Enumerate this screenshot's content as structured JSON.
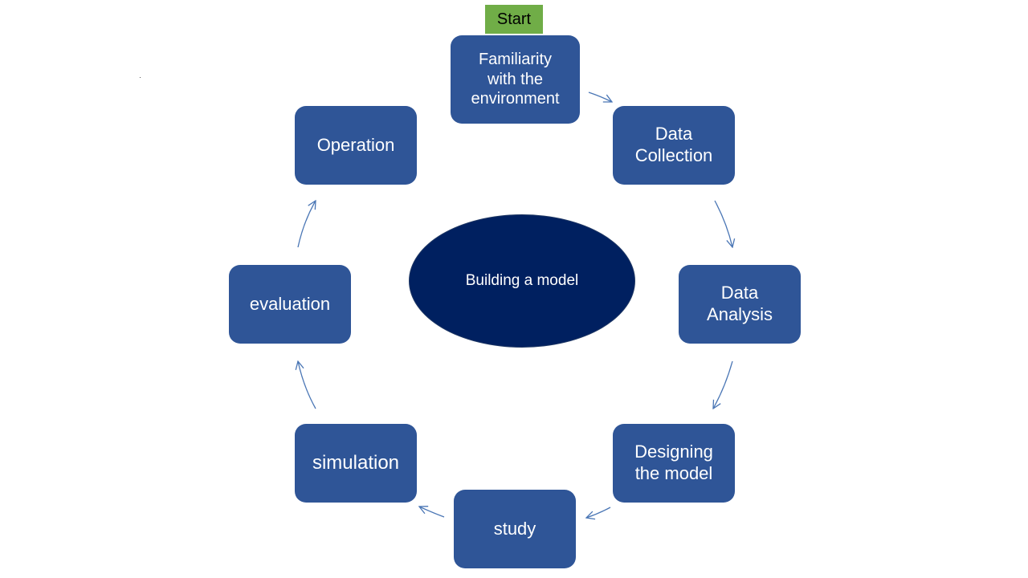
{
  "start_label": "Start",
  "center_label": "Building a model",
  "nodes": [
    {
      "label": "Familiarity\nwith the\nenvironment"
    },
    {
      "label": "Data\nCollection"
    },
    {
      "label": "Data\nAnalysis"
    },
    {
      "label": "Designing\nthe model"
    },
    {
      "label": "study"
    },
    {
      "label": "simulation"
    },
    {
      "label": "evaluation"
    },
    {
      "label": "Operation"
    }
  ],
  "colors": {
    "node_fill": "#2f5597",
    "center_fill": "#002060",
    "start_fill": "#70ad47",
    "arrow": "#4a76b5"
  }
}
